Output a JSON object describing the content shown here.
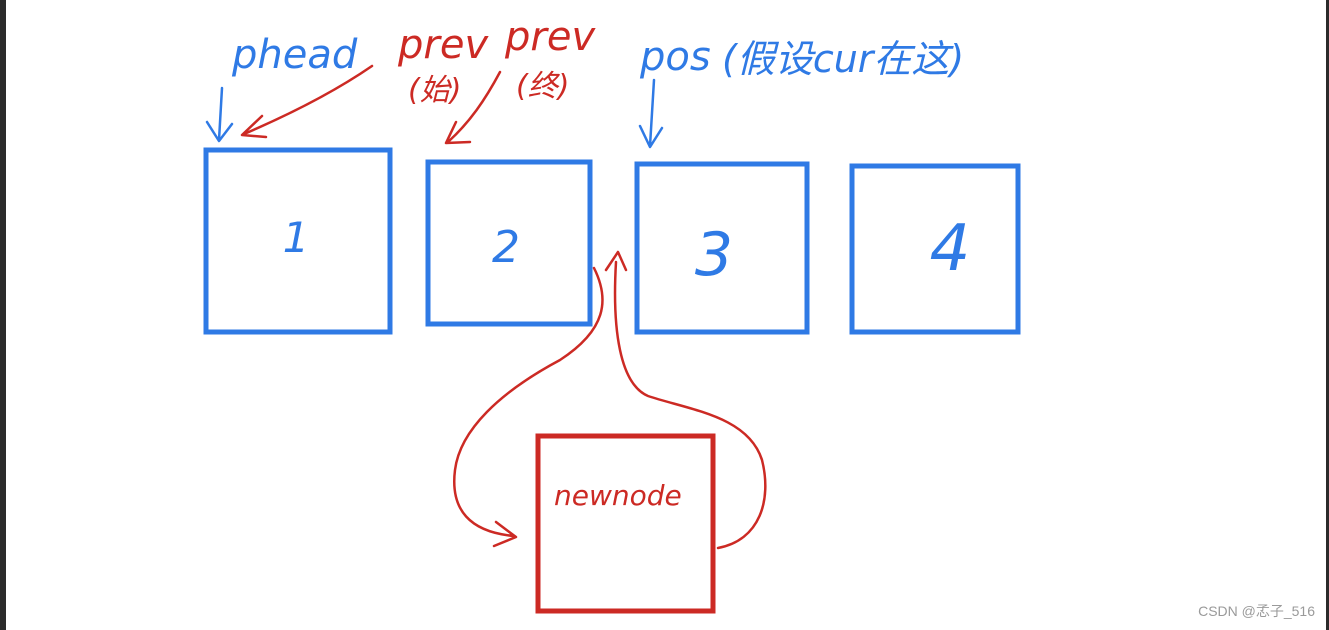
{
  "labels": {
    "phead": "phead",
    "prev_start": "prev",
    "prev_start_note": "(始)",
    "prev_end": "prev",
    "prev_end_note": "(终)",
    "pos": "pos",
    "pos_note": "(假设cur在这)",
    "newnode": "newnode"
  },
  "nodes": [
    {
      "value": "1"
    },
    {
      "value": "2"
    },
    {
      "value": "3"
    },
    {
      "value": "4"
    }
  ],
  "colors": {
    "blue": "#2f7ae5",
    "red": "#cc2a24",
    "node_border_blue": "#2f7ae5",
    "node_border_red": "#cc2a24"
  },
  "watermark": "CSDN @孞子_516"
}
